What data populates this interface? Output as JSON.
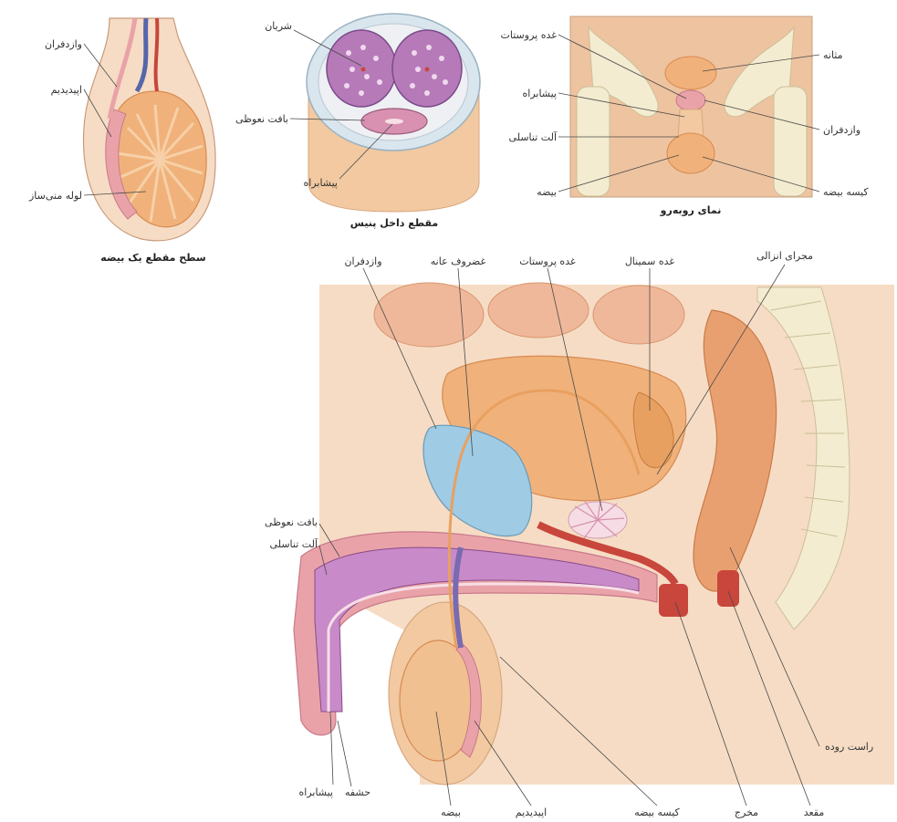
{
  "palette": {
    "flesh": "#f2c9a0",
    "flesh_dark": "#e3a878",
    "tissue_pink": "#e9a3a8",
    "erectile": "#c88ac8",
    "bladder_blue": "#9fcbe4",
    "gland_orange": "#f0b27a",
    "vessel_blue": "#5566aa",
    "vessel_red": "#c8463c",
    "bone": "#f4ecd0",
    "bg_skin": "#f6dcc4"
  },
  "panels": {
    "testis": {
      "caption": "سطح مقطع یک بیضه",
      "labels": {
        "vas": "وازدفران",
        "epididymis": "اپیدیدیم",
        "tubules": "لوله منی‌ساز"
      }
    },
    "shaft": {
      "caption": "مقطع داخل پنیس",
      "labels": {
        "arteries": "شریان",
        "spongy": "بافت نعوظی",
        "urethra": "پیشابراه"
      }
    },
    "frontal": {
      "caption": "نمای روبه‌رو",
      "labels": {
        "prostate": "غده پروستات",
        "bladder": "مثانه",
        "urethra": "پیشابراه",
        "vas": "وازدفران",
        "penis": "آلت تناسلی",
        "testis": "بیضه",
        "scrotum": "کیسه بیضه"
      }
    },
    "sagittal": {
      "labels": {
        "vas": "وازدفران",
        "seminal_top": "غضروف عانه",
        "prostate": "غده پروستات",
        "seminal_vesicle": "غده سمینال",
        "ejaculatory": "مجرای انزالی",
        "erectile": "بافت نعوظی",
        "penis": "آلت تناسلی",
        "urethra": "پیشابراه",
        "glans": "حشفه",
        "testis": "بیضه",
        "epididymis": "اپیدیدیم",
        "scrotum": "کیسه بیضه",
        "anus": "مخرج",
        "rectum": "مقعد",
        "colon": "راست روده"
      }
    }
  }
}
